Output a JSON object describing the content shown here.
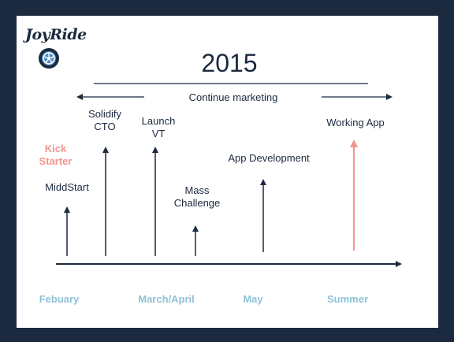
{
  "logo": {
    "text": "JoyRide",
    "icon": "wheel-icon"
  },
  "title": "2015",
  "banner": "Continue marketing",
  "milestones": {
    "kickstarter": "Kick\nStarter",
    "middstart": "MiddStart",
    "solidify_cto": "Solidify\nCTO",
    "launch_vt": "Launch\nVT",
    "mass_challenge": "Mass\nChallenge",
    "app_development": "App Development",
    "working_app": "Working App"
  },
  "months": {
    "feb": "Febuary",
    "march_april": "March/April",
    "may": "May",
    "summer": "Summer"
  },
  "colors": {
    "navy": "#1b2a3e",
    "highlight": "#f3948d",
    "month": "#8fc3d8",
    "border": "#1b2a3e"
  }
}
